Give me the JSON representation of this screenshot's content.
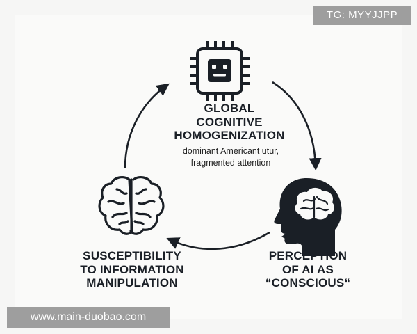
{
  "watermarks": {
    "top_right": "TG: MYYJJPP",
    "bottom_left": "www.main-duobao.com"
  },
  "nodes": {
    "top": {
      "title_lines": [
        "GLOBAL",
        "COGNITIVE",
        "HOMOGENIZATION"
      ],
      "subtitle_lines": [
        "dominant Americant utur,",
        "fragmented attention"
      ],
      "icon": "chip-robot-icon"
    },
    "right": {
      "title_lines": [
        "PERCEPTION",
        "OF AI AS",
        "“CONSCIOUS“"
      ],
      "icon": "head-brain-icon"
    },
    "left": {
      "title_lines": [
        "SUSCEPTIBILITY",
        "TO INFORMATION",
        "MANIPULATION"
      ],
      "icon": "brain-icon"
    }
  },
  "colors": {
    "ink": "#1a1f26",
    "watermark_bg": "#9e9e9e",
    "watermark_text": "#ffffff"
  }
}
